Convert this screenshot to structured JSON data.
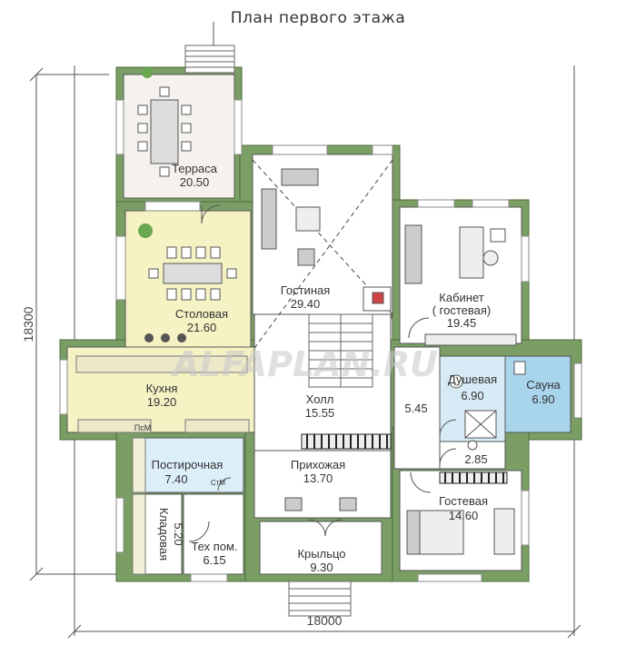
{
  "title": "План первого этажа",
  "dimensions": {
    "width": "18000",
    "height": "18300"
  },
  "watermark": "ALFAPLAN.RU",
  "rooms": [
    {
      "id": "terrace",
      "name": "Терраса",
      "area": "20.50"
    },
    {
      "id": "living",
      "name": "Гостиная",
      "area": "29.40"
    },
    {
      "id": "office",
      "name": "Кабинет",
      "name2": "( гостевая)",
      "area": "19.45"
    },
    {
      "id": "dining",
      "name": "Столовая",
      "area": "21.60"
    },
    {
      "id": "kitchen",
      "name": "Кухня",
      "area": "19.20"
    },
    {
      "id": "hall",
      "name": "Холл",
      "area": "15.55"
    },
    {
      "id": "corridor",
      "name": "",
      "area": "5.45"
    },
    {
      "id": "shower",
      "name": "Душевая",
      "area": "6.90"
    },
    {
      "id": "sauna",
      "name": "Сауна",
      "area": "6.90"
    },
    {
      "id": "wc",
      "name": "",
      "area": "2.85"
    },
    {
      "id": "laundry",
      "name": "Постирочная",
      "area": "7.40"
    },
    {
      "id": "entrance",
      "name": "Прихожая",
      "area": "13.70"
    },
    {
      "id": "guest",
      "name": "Гостевая",
      "area": "14.60"
    },
    {
      "id": "pantry",
      "name": "Кладовая",
      "area": "5.20"
    },
    {
      "id": "tech",
      "name": "Тех пом.",
      "area": "6.15"
    },
    {
      "id": "porch",
      "name": "Крыльцо",
      "area": "9.30"
    }
  ],
  "fixtures": {
    "pm": "ПсМ",
    "sm": "СтМ"
  },
  "colors": {
    "wall": "#7a9e64",
    "wall_dark": "#4e6b3c",
    "dining": "#f5f2c4",
    "laundry": "#dceef8",
    "shower": "#d7ebf6",
    "sauna": "#a8d4ec",
    "floor": "#ffffff"
  }
}
